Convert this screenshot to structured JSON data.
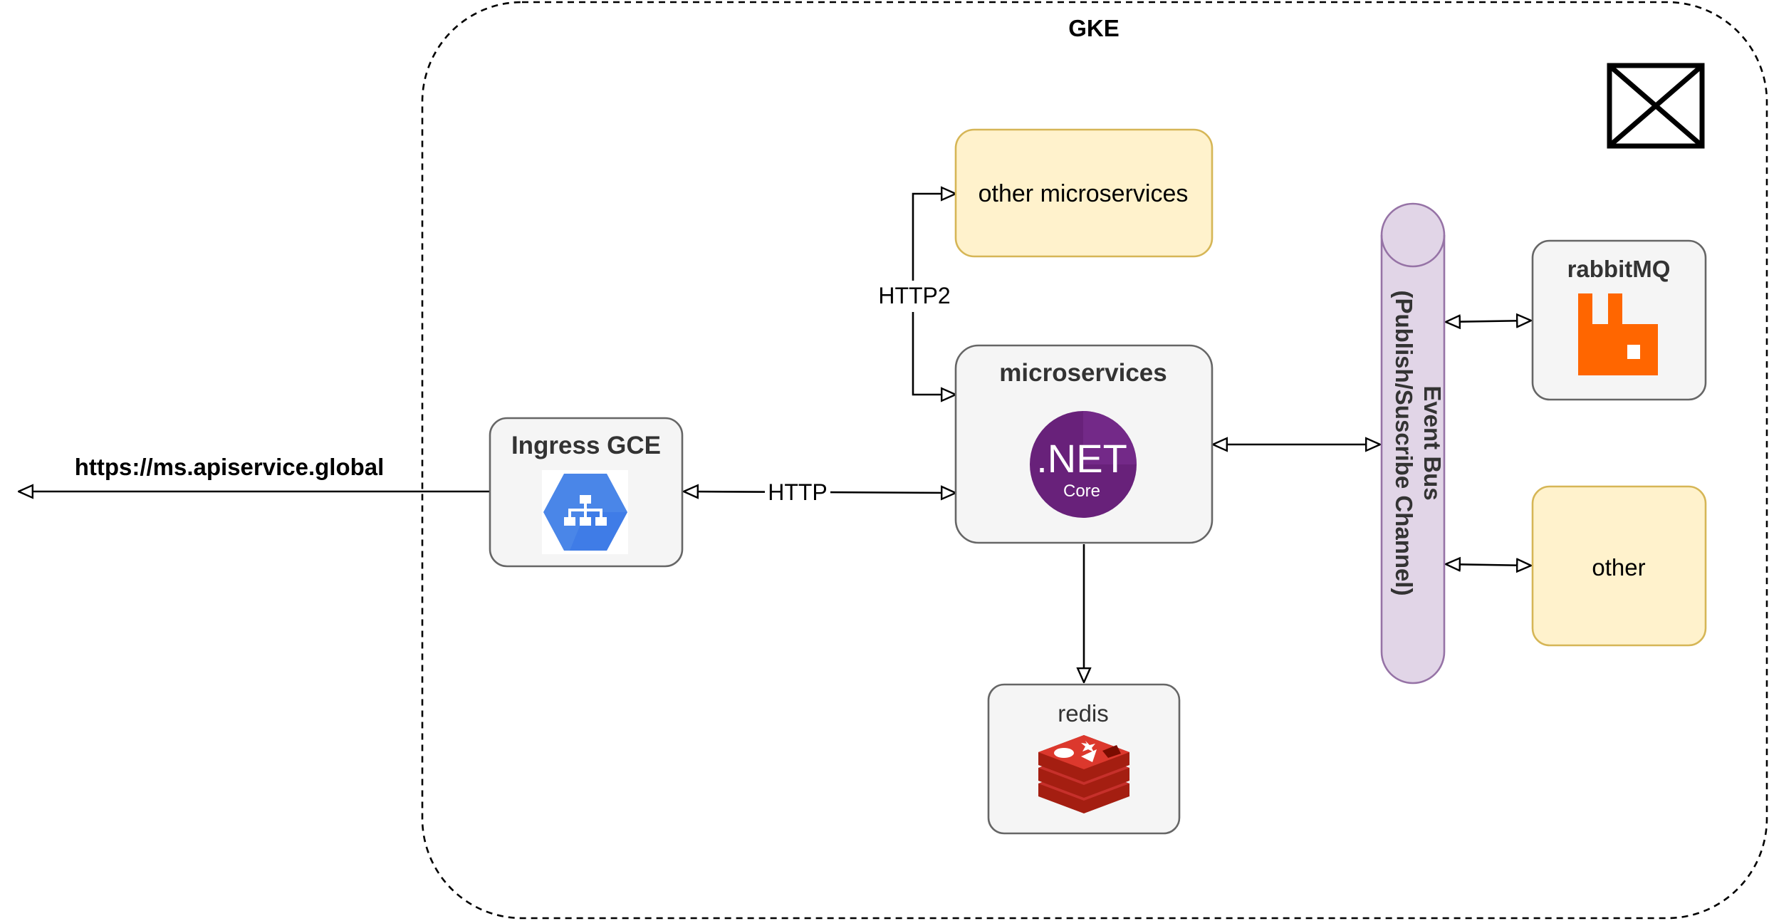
{
  "cluster": {
    "title": "GKE"
  },
  "external": {
    "url": "https://ms.apiservice.global"
  },
  "nodes": {
    "ingress": {
      "title": "Ingress GCE",
      "icon": "gcp-load-balancer-icon"
    },
    "microservices": {
      "title": "microservices",
      "icon": "dotnet-core-icon",
      "logo_main": ".NET",
      "logo_sub": "Core"
    },
    "other_microservices": {
      "title": "other microservices"
    },
    "redis": {
      "title": "redis",
      "icon": "redis-icon"
    },
    "event_bus": {
      "line1": "Event Bus",
      "line2": "(Publish/Suscribe Channel)"
    },
    "rabbitmq": {
      "title": "rabbitMQ",
      "icon": "rabbitmq-icon"
    },
    "other": {
      "title": "other"
    }
  },
  "edges": {
    "http_label": "HTTP",
    "http2_label": "HTTP2"
  },
  "colors": {
    "box_fill": "#f5f5f5",
    "box_stroke": "#666666",
    "yellow_fill": "#fff2cc",
    "yellow_stroke": "#d6b656",
    "bus_fill": "#e1d5e7",
    "bus_stroke": "#9673a6",
    "gcp_blue": "#4a86e8",
    "dotnet_purple": "#68217a",
    "redis_red": "#c6302b",
    "rabbit_orange": "#ff6600"
  }
}
